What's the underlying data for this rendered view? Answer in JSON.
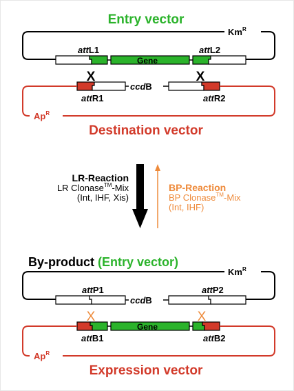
{
  "colors": {
    "green": "#2bb32b",
    "red": "#d23a2a",
    "orange": "#ee8a3a",
    "black": "#000000"
  },
  "top": {
    "entry_title": "Entry vector",
    "kmr": "Km",
    "kmr_sup": "R",
    "attL1_a": "att",
    "attL1_b": "L1",
    "gene": "Gene",
    "attL2_a": "att",
    "attL2_b": "L2",
    "cross": "X",
    "attR1_a": "att",
    "attR1_b": "R1",
    "ccdb_a": "ccd",
    "ccdb_b": "B",
    "attR2_a": "att",
    "attR2_b": "R2",
    "apr": "Ap",
    "apr_sup": "R",
    "dest_title": "Destination vector"
  },
  "reaction": {
    "lr_title": "LR-Reaction",
    "lr_line2_a": "LR Clonase",
    "lr_line2_tm": "TM",
    "lr_line2_b": "-Mix",
    "lr_line3": "(Int, IHF, Xis)",
    "bp_title": "BP-Reaction",
    "bp_line2_a": "BP Clonase",
    "bp_line2_tm": "TM",
    "bp_line2_b": "-Mix",
    "bp_line3": "(Int, IHF)"
  },
  "bottom": {
    "byproduct_a": "By-product ",
    "byproduct_b": "(Entry vector)",
    "kmr": "Km",
    "kmr_sup": "R",
    "attP1_a": "att",
    "attP1_b": "P1",
    "ccdb_a": "ccd",
    "ccdb_b": "B",
    "attP2_a": "att",
    "attP2_b": "P2",
    "cross": "X",
    "attB1_a": "att",
    "attB1_b": "B1",
    "gene": "Gene",
    "attB2_a": "att",
    "attB2_b": "B2",
    "apr": "Ap",
    "apr_sup": "R",
    "expr_title": "Expression vector"
  }
}
